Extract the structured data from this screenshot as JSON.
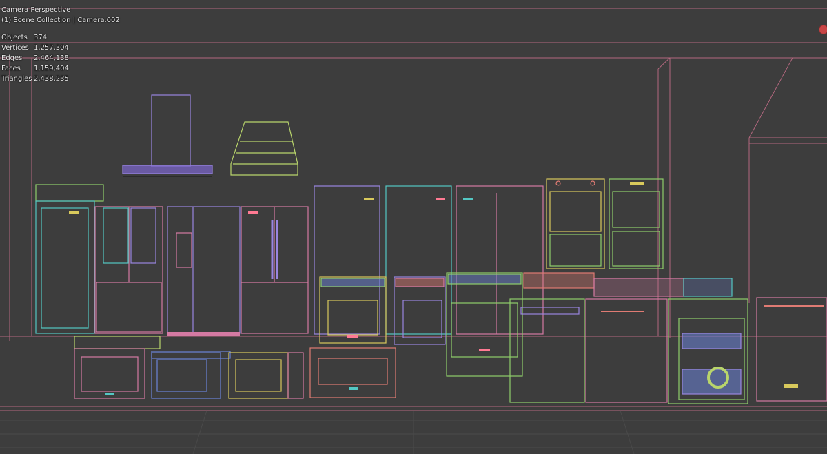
{
  "viewport": {
    "view_name": "Camera Perspective",
    "collection": "(1) Scene Collection | Camera.002",
    "background": "#3d3d3d"
  },
  "stats": {
    "objects": {
      "label": "Objects",
      "value": "374"
    },
    "vertices": {
      "label": "Vertices",
      "value": "1,257,304"
    },
    "edges": {
      "label": "Edges",
      "value": "2,464,138"
    },
    "faces": {
      "label": "Faces",
      "value": "1,159,404"
    },
    "triangles": {
      "label": "Triangles",
      "value": "2,438,235"
    }
  },
  "palette": {
    "room_wire": "#b2677e",
    "green": "#8fce6a",
    "cyan": "#54c7c3",
    "purple": "#9a86e0",
    "pink": "#d57aa3",
    "yellow": "#d8c95c",
    "lime": "#b9d56b",
    "salmon": "#e07b73",
    "blue": "#6c84d8",
    "badge": "#ff7a93"
  },
  "icons": {
    "record_indicator": "record-dot-icon"
  }
}
